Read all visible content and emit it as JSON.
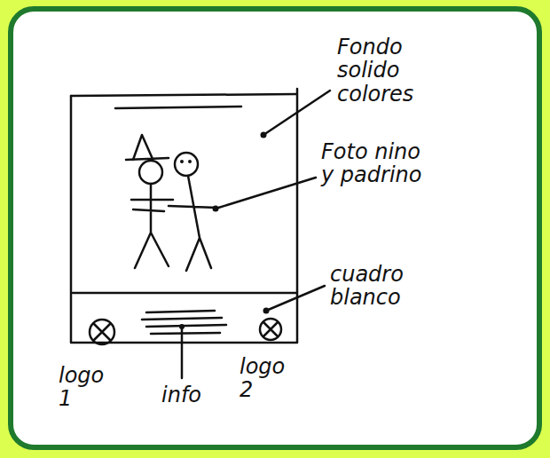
{
  "diagram": {
    "labels": [
      "Fondo solido colores",
      "Foto nino y padrino",
      "cuadro blanco",
      "logo 1",
      "info",
      "logo 2"
    ]
  }
}
